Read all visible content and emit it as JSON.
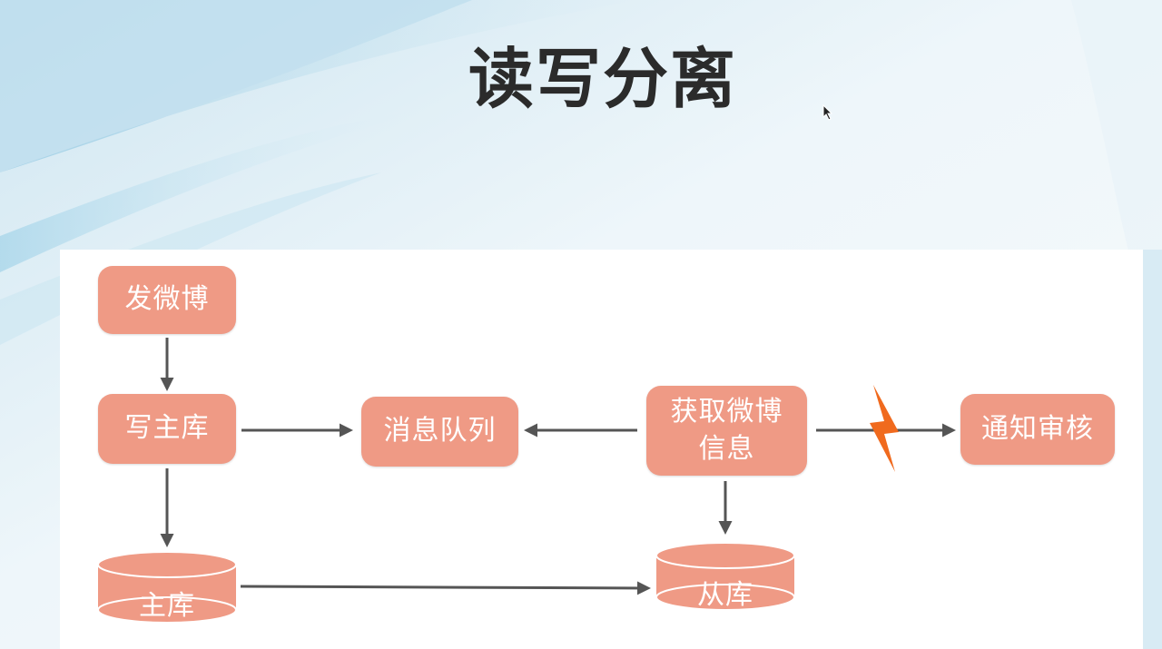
{
  "slide": {
    "title": "读写分离"
  },
  "diagram": {
    "nodes": {
      "post_weibo": "发微博",
      "write_master": "写主库",
      "message_queue": "消息队列",
      "fetch_weibo_line1": "获取微博",
      "fetch_weibo_line2": "信息",
      "notify_review": "通知审核",
      "master_db": "主库",
      "slave_db": "从库"
    },
    "colors": {
      "node_fill": "#ef9a85",
      "arrow": "#555555",
      "lightning": "#f06a1e"
    }
  }
}
